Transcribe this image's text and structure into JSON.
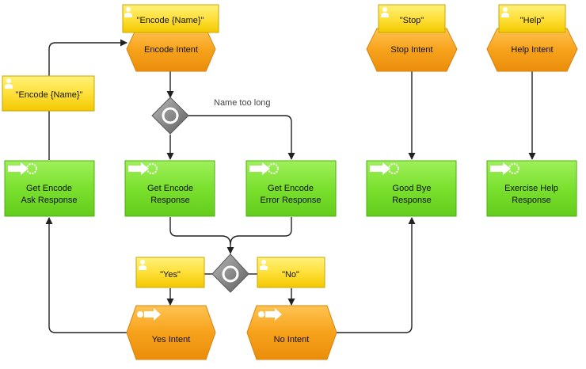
{
  "diagram": {
    "colors": {
      "trigger_fill": "#FFE03A",
      "trigger_border": "#C9A600",
      "intent_fill": "#F7A21B",
      "intent_border": "#D9820A",
      "response_fill": "#7BE02E",
      "response_border": "#4FAE12",
      "gateway_fill": "#8A8A8A",
      "connector": "#222222"
    },
    "triggers": {
      "encode_top": "\"Encode {Name}\"",
      "encode_left": "\"Encode {Name}\"",
      "stop": "\"Stop\"",
      "help": "\"Help\"",
      "yes": "\"Yes\"",
      "no": "\"No\""
    },
    "intents": {
      "encode": "Encode Intent",
      "stop": "Stop Intent",
      "help": "Help Intent",
      "yes": "Yes Intent",
      "no": "No Intent"
    },
    "responses": {
      "ask": [
        "Get Encode",
        "Ask Response"
      ],
      "encode": [
        "Get Encode",
        "Response"
      ],
      "error": [
        "Get Encode",
        "Error Response"
      ],
      "goodbye": [
        "Good Bye",
        "Response"
      ],
      "help": [
        "Exercise Help",
        "Response"
      ]
    },
    "edge_labels": {
      "name_too_long": "Name too long"
    }
  }
}
